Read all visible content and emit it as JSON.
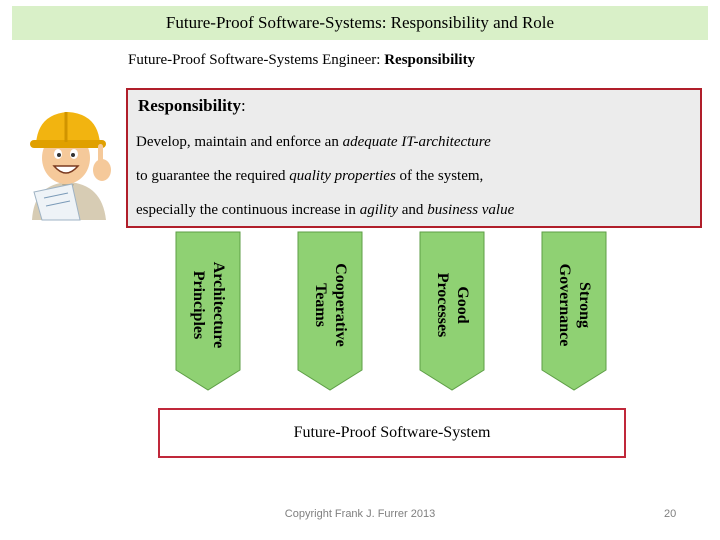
{
  "slide": {
    "title": "Future-Proof Software-Systems: Responsibility and Role",
    "subtitle_prefix": "Future-Proof Software-Systems Engineer: ",
    "subtitle_bold": "Responsibility"
  },
  "responsibility": {
    "heading": "Responsibility",
    "heading_colon": ":",
    "line1_a": "Develop, maintain and enforce an ",
    "line1_b": "adequate IT-architecture",
    "line2_a": "to guarantee the required ",
    "line2_b": "quality properties",
    "line2_c": " of the system,",
    "line3_a": "especially the continuous increase in ",
    "line3_b": "agility",
    "line3_c": " and ",
    "line3_d": "business value"
  },
  "pillars": [
    {
      "line1": "Architecture",
      "line2": "Principles"
    },
    {
      "line1": "Cooperative",
      "line2": "Teams"
    },
    {
      "line1": "Good",
      "line2": "Processes"
    },
    {
      "line1": "Strong",
      "line2": "Governance"
    }
  ],
  "foundation": {
    "label": "Future-Proof Software-System"
  },
  "footer": {
    "copyright": "Copyright Frank J. Furrer 2013",
    "page": "20"
  },
  "colors": {
    "title_bg": "#d9f0c8",
    "pillar_fill": "#8fd173",
    "box_border": "#b01e2a"
  }
}
